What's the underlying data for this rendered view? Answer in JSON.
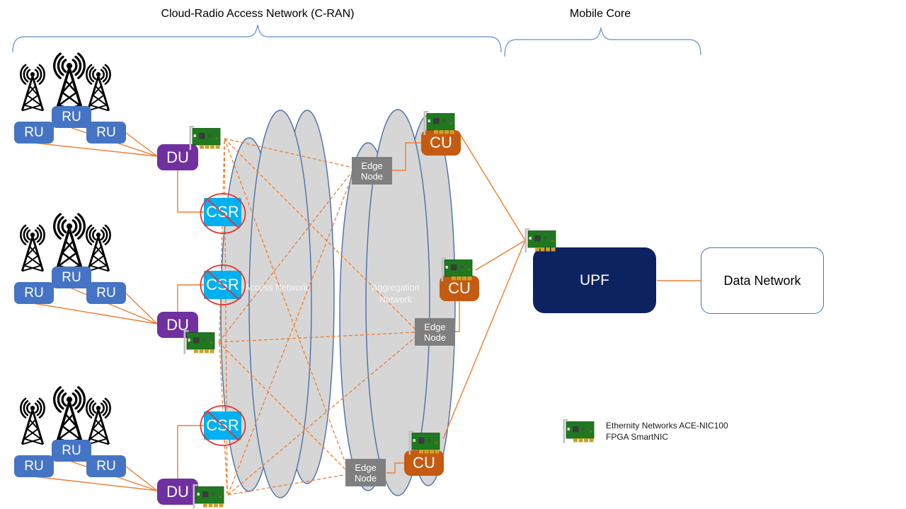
{
  "titles": {
    "cran": "Cloud-Radio Access Network (C-RAN)",
    "mobile_core": "Mobile Core"
  },
  "nodes": {
    "ru": "RU",
    "du": "DU",
    "csr": "CSR",
    "cu": "CU",
    "edge_node": "Edge Node",
    "upf": "UPF",
    "data_network": "Data Network"
  },
  "clouds": {
    "access": "Access Network",
    "aggregation": "Aggregation Network"
  },
  "legend": {
    "line1": "Ethernity Networks ACE-NIC100",
    "line2": "FPGA SmartNIC"
  },
  "colors": {
    "ru_blue": "#4574C4",
    "du_purple": "#7030A0",
    "csr_cyan": "#00B0F0",
    "cu_orange": "#C55A11",
    "edge_gray": "#7F7F7F",
    "upf_navy": "#0D2260",
    "link_orange": "#ED7D31",
    "cloud_fill": "#D6D6D6",
    "cloud_stroke": "#4A6FA8",
    "brace_blue": "#7FA0D4",
    "nic_green": "#1F7A1F",
    "prohibited_red": "#E3342B"
  },
  "icons": [
    "cell-tower-icon",
    "smartnic-icon",
    "prohibited-icon"
  ]
}
